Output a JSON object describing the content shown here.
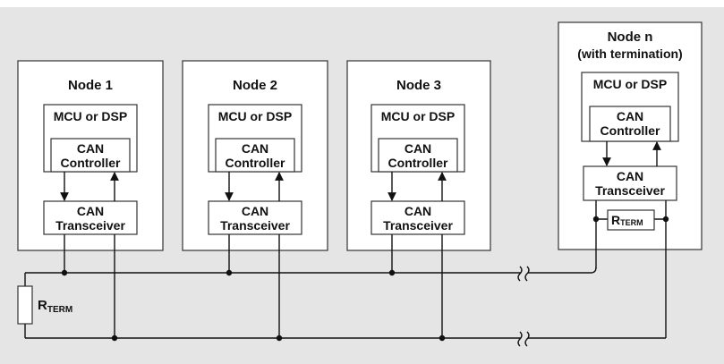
{
  "colors": {
    "background_panel": "#e5e5e5",
    "box_fill": "#ffffff",
    "box_stroke": "#333333",
    "wire": "#111111"
  },
  "nodes": [
    {
      "title": "Node 1",
      "subtitle": "",
      "mcu": "MCU or DSP",
      "controller_line1": "CAN",
      "controller_line2": "Controller",
      "transceiver_line1": "CAN",
      "transceiver_line2": "Transceiver"
    },
    {
      "title": "Node 2",
      "subtitle": "",
      "mcu": "MCU or DSP",
      "controller_line1": "CAN",
      "controller_line2": "Controller",
      "transceiver_line1": "CAN",
      "transceiver_line2": "Transceiver"
    },
    {
      "title": "Node 3",
      "subtitle": "",
      "mcu": "MCU or DSP",
      "controller_line1": "CAN",
      "controller_line2": "Controller",
      "transceiver_line1": "CAN",
      "transceiver_line2": "Transceiver"
    },
    {
      "title": "Node n",
      "subtitle": "(with termination)",
      "mcu": "MCU or DSP",
      "controller_line1": "CAN",
      "controller_line2": "Controller",
      "transceiver_line1": "CAN",
      "transceiver_line2": "Transceiver"
    }
  ],
  "termination": {
    "inline_resistor_main": "R",
    "inline_resistor_sub": "TERM",
    "bus_resistor_main": "R",
    "bus_resistor_sub": "TERM"
  }
}
